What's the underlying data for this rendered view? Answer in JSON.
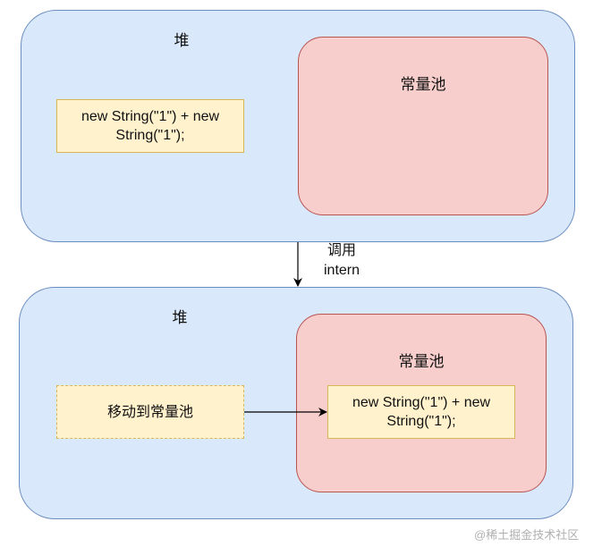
{
  "top": {
    "heap_label": "堆",
    "pool_label": "常量池",
    "string_box": "new String(\"1\") + new\nString(\"1\");"
  },
  "arrow": {
    "label": "调用\nintern"
  },
  "bottom": {
    "heap_label": "堆",
    "pool_label": "常量池",
    "moved_box": "移动到常量池",
    "string_box": "new String(\"1\") + new\nString(\"1\");"
  },
  "watermark": "@稀土掘金技术社区",
  "colors": {
    "heap_fill": "#dae8fc",
    "heap_stroke": "#6c8ebf",
    "pool_fill": "#f8cecc",
    "pool_stroke": "#b85450",
    "note_fill": "#fff2cc",
    "note_stroke": "#d6b656"
  }
}
